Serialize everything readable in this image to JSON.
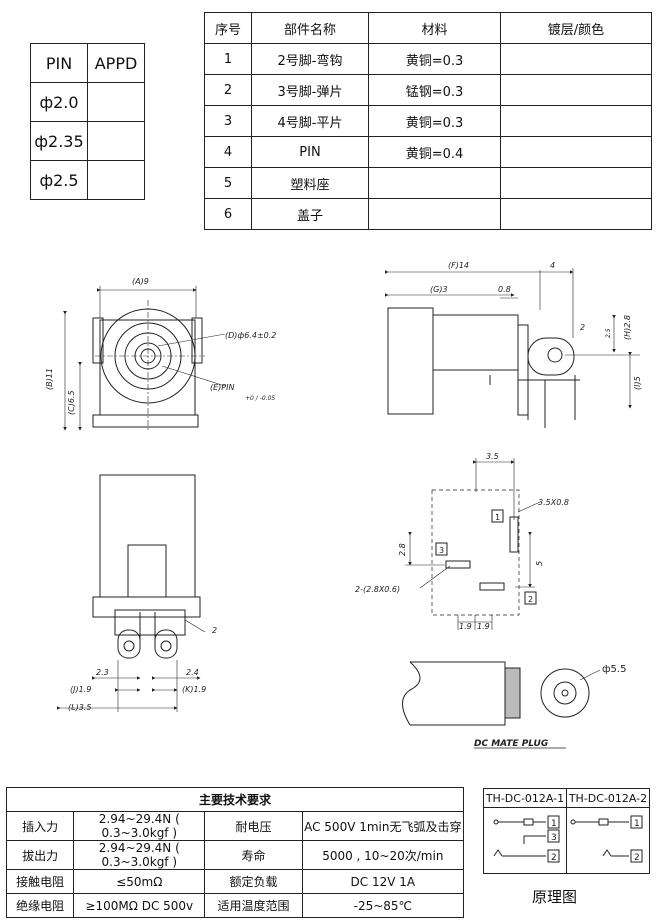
{
  "pin_table": {
    "headers": [
      "PIN",
      "APPD"
    ],
    "rows": [
      {
        "pin": "ф2.0",
        "appd": ""
      },
      {
        "pin": "ф2.35",
        "appd": ""
      },
      {
        "pin": "ф2.5",
        "appd": ""
      }
    ]
  },
  "parts_table": {
    "headers": [
      "序号",
      "部件名称",
      "材料",
      "镀层/颜色"
    ],
    "rows": [
      {
        "no": "1",
        "name": "2号脚-弯钩",
        "material": "黄铜=0.3",
        "plating": ""
      },
      {
        "no": "2",
        "name": "3号脚-弹片",
        "material": "锰钢=0.3",
        "plating": ""
      },
      {
        "no": "3",
        "name": "4号脚-平片",
        "material": "黄铜=0.3",
        "plating": ""
      },
      {
        "no": "4",
        "name": "PIN",
        "material": "黄铜=0.4",
        "plating": ""
      },
      {
        "no": "5",
        "name": "塑料座",
        "material": "",
        "plating": ""
      },
      {
        "no": "6",
        "name": "盖子",
        "material": "",
        "plating": ""
      }
    ]
  },
  "dimensions": {
    "front": {
      "A": "(A)9",
      "B": "(B)11",
      "C": "(C)6.5",
      "D": "(D)ф6.4±0.2",
      "E": "(E)PIN",
      "E_tol": "+0 / -0.05"
    },
    "side": {
      "F": "(F)14",
      "G": "(G)3",
      "four": "4",
      "zero_eight": "0.8",
      "H": "(H)2.8",
      "two": "2",
      "two_five": "2.5",
      "I": "(I)5"
    },
    "bottom": {
      "two": "2",
      "two_three": "2.3",
      "two_four": "2.4",
      "J": "(J)1.9",
      "K": "(K)1.9",
      "L": "(L)3.5"
    },
    "footprint": {
      "three_five": "3.5",
      "slot": "3.5X0.8",
      "two_eight": "2.8",
      "five": "5",
      "pad": "2-(2.8X0.6)",
      "one_nine_a": "1.9",
      "one_nine_b": "1.9",
      "pin1": "1",
      "pin2": "2",
      "pin3": "3"
    },
    "mate": {
      "diameter": "ф5.5",
      "caption": "DC MATE PLUG"
    }
  },
  "spec_table": {
    "title": "主要技术要求",
    "rows": [
      {
        "k1": "插入力",
        "v1": "2.94~29.4N ( 0.3~3.0kgf )",
        "k2": "耐电压",
        "v2": "AC 500V 1min无飞弧及击穿"
      },
      {
        "k1": "拔出力",
        "v1": "2.94~29.4N ( 0.3~3.0kgf )",
        "k2": "寿命",
        "v2": "5000 , 10~20次/min"
      },
      {
        "k1": "接触电阻",
        "v1": "≤50mΩ",
        "k2": "额定负载",
        "v2": "DC 12V 1A"
      },
      {
        "k1": "绝缘电阻",
        "v1": "≥100MΩ  DC 500v",
        "k2": "适用温度范围",
        "v2": "-25~85℃"
      }
    ]
  },
  "schematic": {
    "headers": [
      "TH-DC-012A-1",
      "TH-DC-012A-2"
    ],
    "pins_1": [
      "1",
      "3",
      "2"
    ],
    "pins_2": [
      "1",
      "2"
    ],
    "caption": "原理图"
  }
}
